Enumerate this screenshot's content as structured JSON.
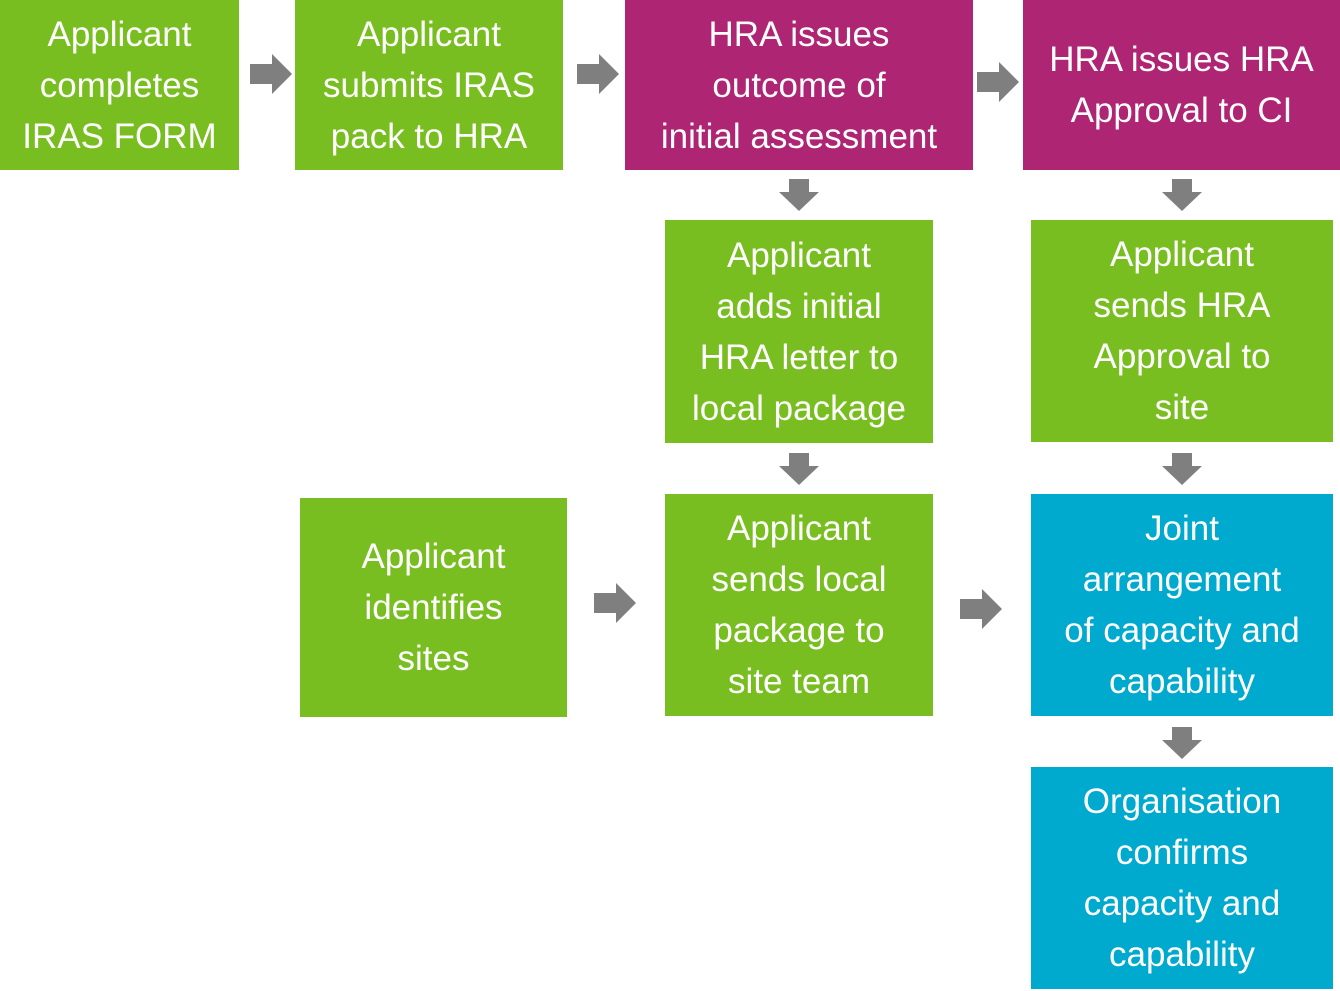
{
  "colors": {
    "green": "#78BE20",
    "magenta": "#AE2573",
    "blue": "#00A9CE",
    "arrow": "#7f7f7f"
  },
  "steps": {
    "completes_form": "Applicant\ncompletes\nIRAS FORM",
    "submits_pack": "Applicant\nsubmits IRAS\npack to HRA",
    "initial_assessment": "HRA issues\noutcome of\ninitial assessment",
    "issues_approval": "HRA issues HRA\nApproval to CI",
    "adds_letter": "Applicant\nadds initial\nHRA letter to\nlocal package",
    "sends_approval": "Applicant\nsends HRA\nApproval to\nsite",
    "identifies_sites": "Applicant\nidentifies\nsites",
    "sends_package": "Applicant\nsends local\npackage to\nsite team",
    "joint_arrangement": "Joint\narrangement\nof capacity and\ncapability",
    "confirms_capacity": "Organisation\nconfirms\ncapacity and\ncapability"
  }
}
